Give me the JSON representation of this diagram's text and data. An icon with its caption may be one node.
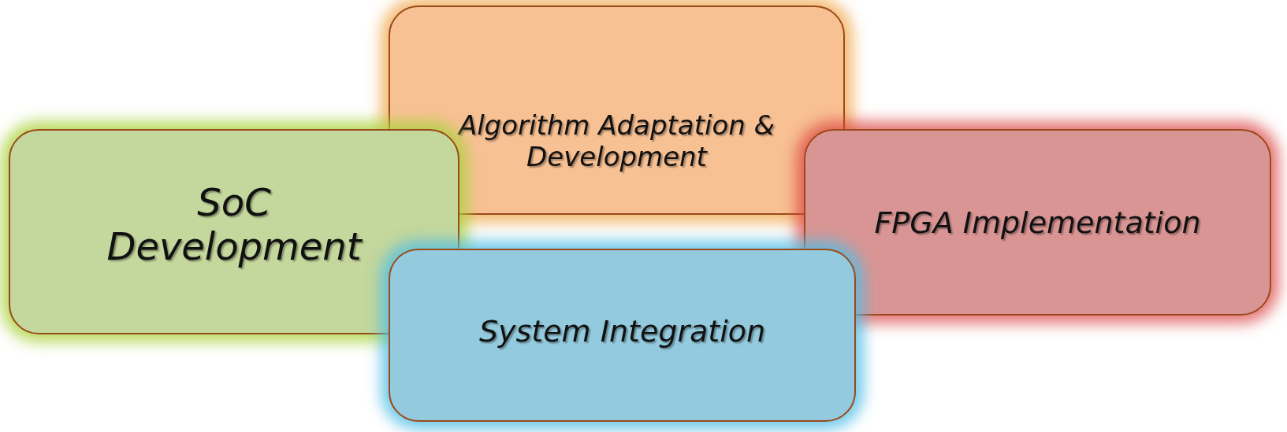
{
  "diagram": {
    "nodes": [
      {
        "text": [
          "Algorithm Adaptation & Development"
        ]
      },
      {
        "text": [
          "SoC Development"
        ]
      },
      {
        "text": [
          "FPGA Implementation"
        ]
      },
      {
        "text": [
          "System Integration"
        ]
      }
    ]
  }
}
